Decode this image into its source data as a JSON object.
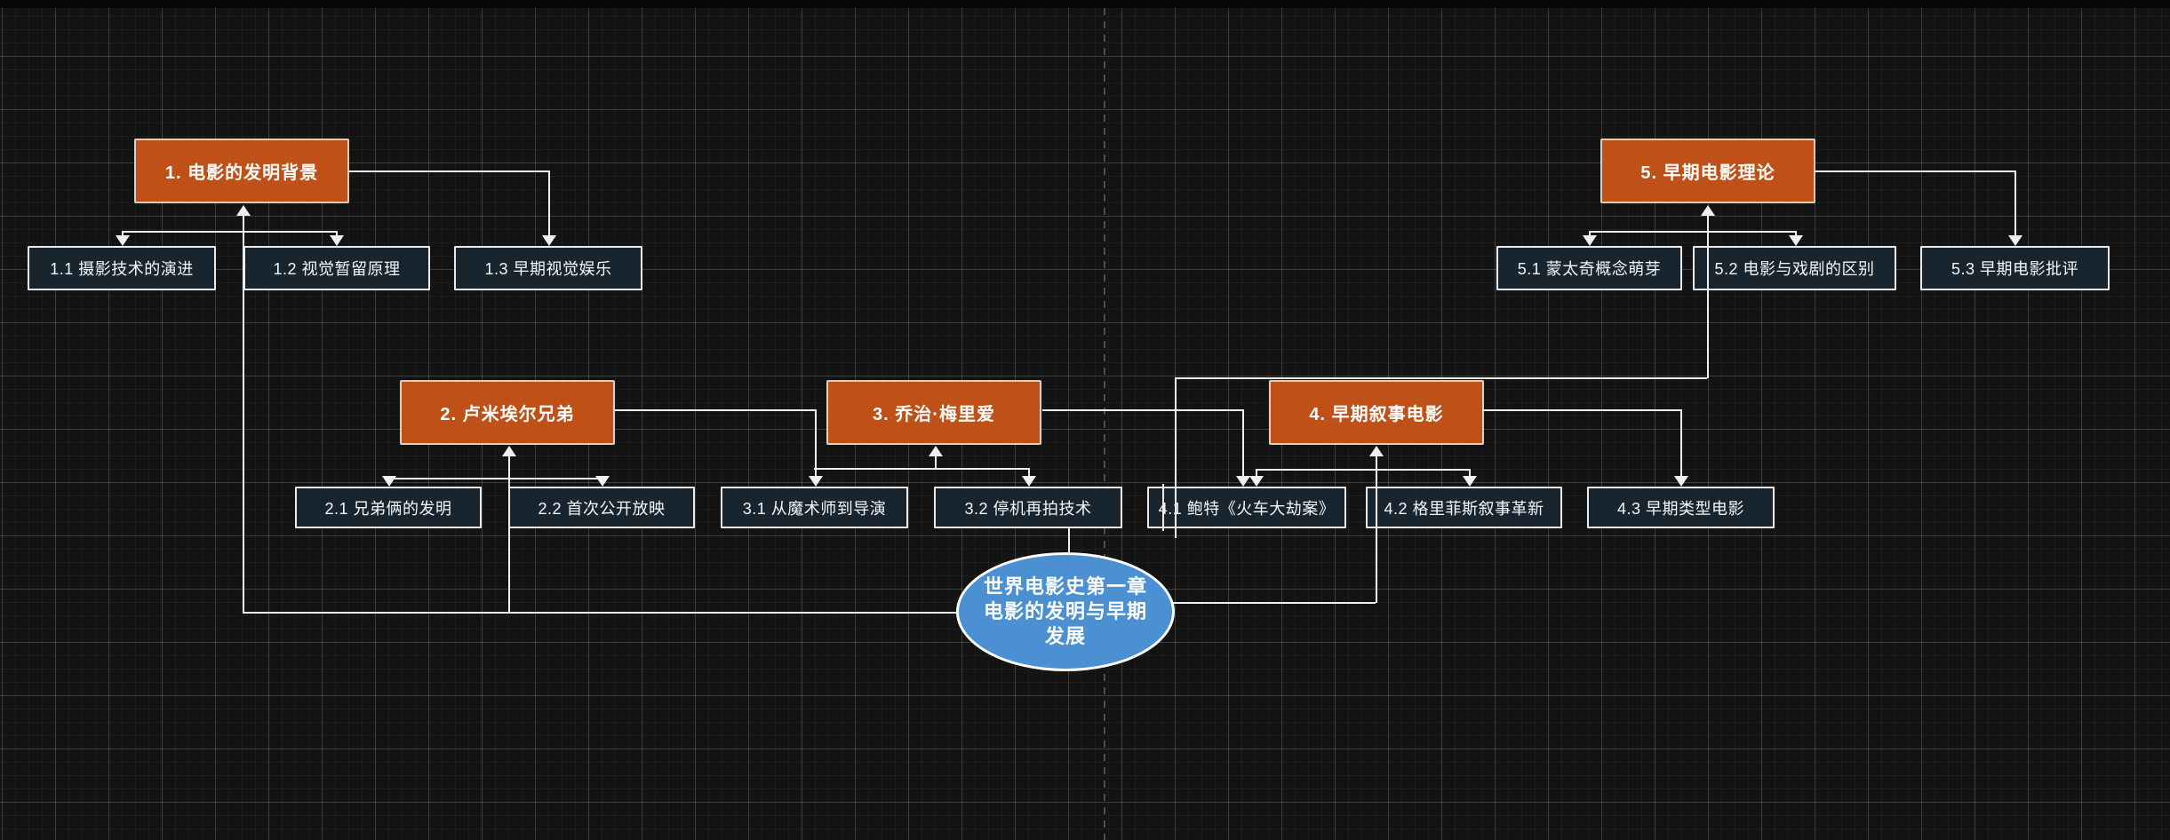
{
  "app": {
    "canvas_background": "#131313",
    "grid_major_color": "#3a3a3a",
    "grid_minor_color": "#1d1d1d",
    "divider_color": "#4e4e4e",
    "edge_color": "#efefef"
  },
  "root": {
    "label": "世界电影史第一章 电影的发明与早期发展",
    "lines": [
      "世界电影史第一章",
      "电影的发明与早期",
      "发展"
    ],
    "fill": "#4b90d2",
    "border": "#ffffff"
  },
  "main_nodes": [
    {
      "id": "1",
      "label": "1. 电影的发明背景",
      "fill": "#bf5017"
    },
    {
      "id": "2",
      "label": "2. 卢米埃尔兄弟",
      "fill": "#bf5017"
    },
    {
      "id": "3",
      "label": "3. 乔治·梅里爱",
      "fill": "#bf5017"
    },
    {
      "id": "4",
      "label": "4. 早期叙事电影",
      "fill": "#bf5017"
    },
    {
      "id": "5",
      "label": "5. 早期电影理论",
      "fill": "#bf5017"
    }
  ],
  "sub_nodes": [
    {
      "id": "1.1",
      "label": "1.1 摄影技术的演进",
      "fill": "#18242e"
    },
    {
      "id": "1.2",
      "label": "1.2 视觉暂留原理",
      "fill": "#18242e"
    },
    {
      "id": "1.3",
      "label": "1.3 早期视觉娱乐",
      "fill": "#18242e"
    },
    {
      "id": "2.1",
      "label": "2.1 兄弟俩的发明",
      "fill": "#18242e"
    },
    {
      "id": "2.2",
      "label": "2.2 首次公开放映",
      "fill": "#18242e"
    },
    {
      "id": "3.1",
      "label": "3.1 从魔术师到导演",
      "fill": "#18242e"
    },
    {
      "id": "3.2",
      "label": "3.2 停机再拍技术",
      "fill": "#18242e"
    },
    {
      "id": "4.1",
      "label": "4.1 鲍特《火车大劫案》",
      "fill": "#18242e"
    },
    {
      "id": "4.2",
      "label": "4.2 格里菲斯叙事革新",
      "fill": "#18242e"
    },
    {
      "id": "4.3",
      "label": "4.3 早期类型电影",
      "fill": "#18242e"
    },
    {
      "id": "5.1",
      "label": "5.1 蒙太奇概念萌芽",
      "fill": "#18242e"
    },
    {
      "id": "5.2",
      "label": "5.2 电影与戏剧的区别",
      "fill": "#18242e"
    },
    {
      "id": "5.3",
      "label": "5.3 早期电影批评",
      "fill": "#18242e"
    }
  ],
  "edges": [
    {
      "from": "root",
      "to": "1"
    },
    {
      "from": "root",
      "to": "2"
    },
    {
      "from": "root",
      "to": "4"
    },
    {
      "from": "root",
      "to": "5"
    },
    {
      "from": "2",
      "to": "3"
    },
    {
      "from": "3",
      "to": "4.1"
    },
    {
      "from": "1",
      "to": "1.1"
    },
    {
      "from": "1",
      "to": "1.2"
    },
    {
      "from": "1",
      "to": "1.3"
    },
    {
      "from": "2",
      "to": "2.1"
    },
    {
      "from": "2",
      "to": "2.2"
    },
    {
      "from": "3",
      "to": "3.1"
    },
    {
      "from": "3",
      "to": "3.2"
    },
    {
      "from": "4",
      "to": "4.1"
    },
    {
      "from": "4",
      "to": "4.2"
    },
    {
      "from": "4",
      "to": "4.3"
    },
    {
      "from": "5",
      "to": "5.1"
    },
    {
      "from": "5",
      "to": "5.2"
    },
    {
      "from": "5",
      "to": "5.3"
    }
  ]
}
